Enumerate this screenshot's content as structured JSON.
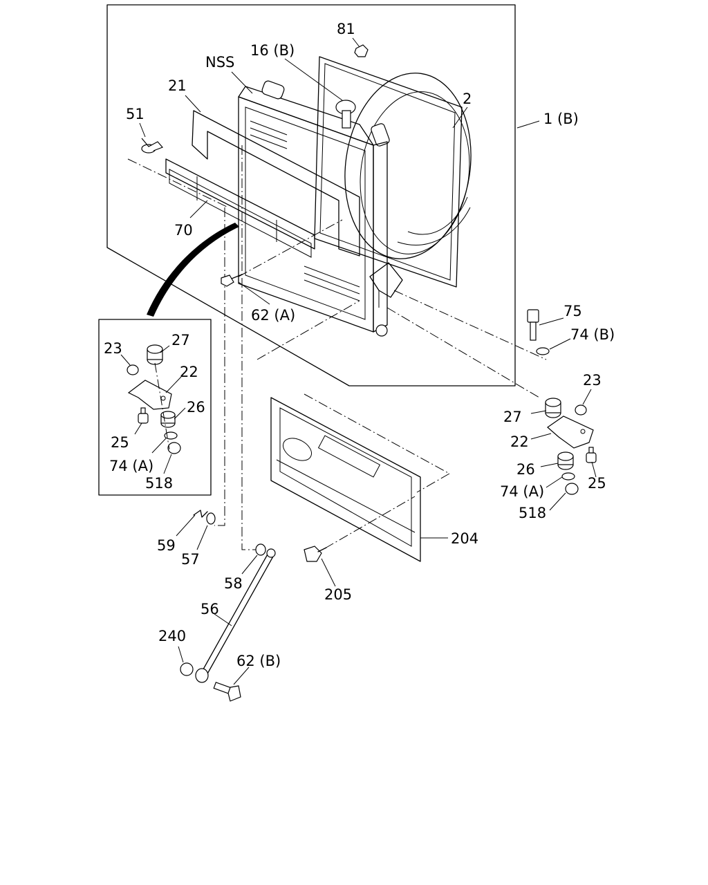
{
  "labels": {
    "p81": "81",
    "p16b": "16 (B)",
    "nss": "NSS",
    "p21": "21",
    "p2": "2",
    "p1b": "1 (B)",
    "p51": "51",
    "p70": "70",
    "p62a": "62 (A)",
    "p75": "75",
    "p74b": "74 (B)",
    "l23": "23",
    "l27": "27",
    "l22": "22",
    "l26": "26",
    "l25": "25",
    "l74a": "74 (A)",
    "l518": "518",
    "r23": "23",
    "r27": "27",
    "r22": "22",
    "r26": "26",
    "r25": "25",
    "r74a": "74 (A)",
    "r518": "518",
    "p59": "59",
    "p57": "57",
    "p58": "58",
    "p56": "56",
    "p240": "240",
    "p62b": "62 (B)",
    "p204": "204",
    "p205": "205"
  }
}
